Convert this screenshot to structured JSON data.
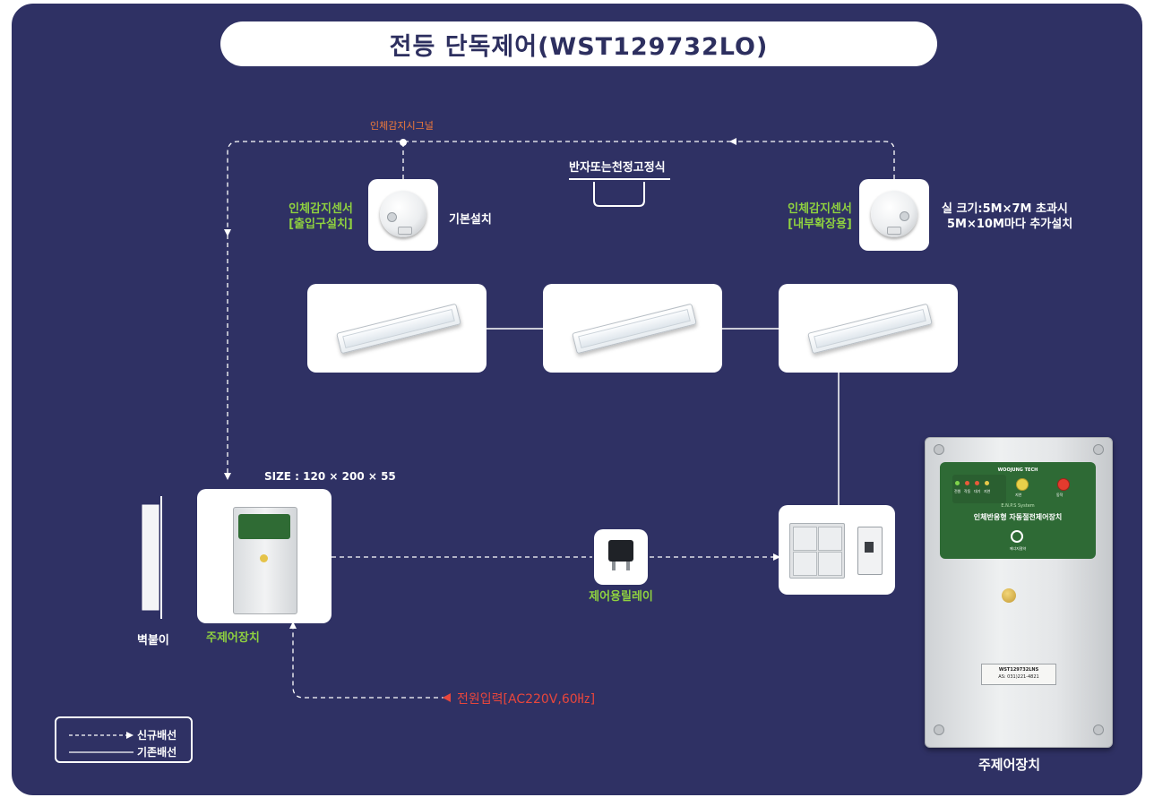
{
  "title": "전등 단독제어(WST129732LO)",
  "sensor_signal_label": "인체감지시그널",
  "mount_label": "반자또는천정고정식",
  "sensor_entrance": {
    "label_line1": "인체감지센서",
    "label_line2": "[출입구설치]",
    "note": "기본설치"
  },
  "sensor_internal": {
    "label_line1": "인체감지센서",
    "label_line2": "[내부확장용]",
    "note_line1": "실 크기:5M×7M 초과시",
    "note_line2": "5M×10M마다 추가설치"
  },
  "size_label": "SIZE : 120 × 200 × 55",
  "wall_label": "벽붙이",
  "controller_label": "주제어장치",
  "relay_label": "제어용릴레이",
  "power_label": "전원입력[AC220V,60㎐]",
  "legend": {
    "new_wiring": "신규배선",
    "existing_wiring": "기존배선"
  },
  "big_controller_label": "주제어장치",
  "device_panel": {
    "brand": "WOOJUNG TECH",
    "system": "E.N.P.S System",
    "name": "인체반응형 자동절전제어장치",
    "indicators": [
      "전원",
      "작동",
      "대기",
      "지연"
    ],
    "button_a": "지연",
    "button_b": "동작",
    "logo_text": "에너지절약",
    "model_line1": "WST129732LNS",
    "model_line2": "AS: 031)221-4821"
  },
  "colors": {
    "background": "#2f3164",
    "accent_green": "#8fd13f",
    "accent_red": "#e8463c",
    "signal_orange": "#f07a3a"
  }
}
